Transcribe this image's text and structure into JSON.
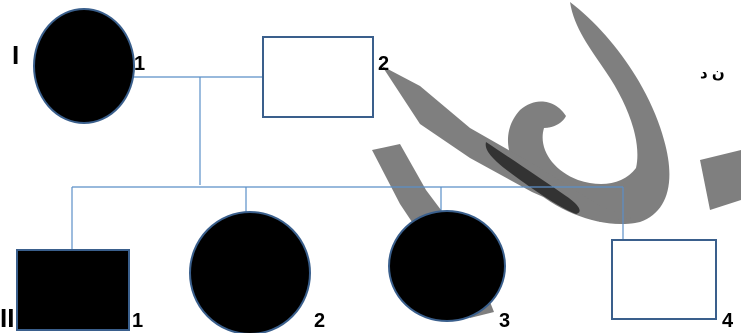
{
  "pedigree": {
    "generations": [
      {
        "numeral": "I",
        "members": [
          {
            "label": "1",
            "sex": "female",
            "affected": true
          },
          {
            "label": "2",
            "sex": "male",
            "affected": false
          }
        ]
      },
      {
        "numeral": "II",
        "members": [
          {
            "label": "1",
            "sex": "male",
            "affected": true
          },
          {
            "label": "2",
            "sex": "female",
            "affected": true
          },
          {
            "label": "3",
            "sex": "female",
            "affected": true
          },
          {
            "label": "4",
            "sex": "male",
            "affected": false
          }
        ]
      }
    ],
    "partial_text": "ن د"
  },
  "colors": {
    "affected_fill": "#000000",
    "outline": "#3a5f8c",
    "line": "#5b8fc7",
    "watermark": "#7f7f7f",
    "watermark_dark": "#333333"
  }
}
